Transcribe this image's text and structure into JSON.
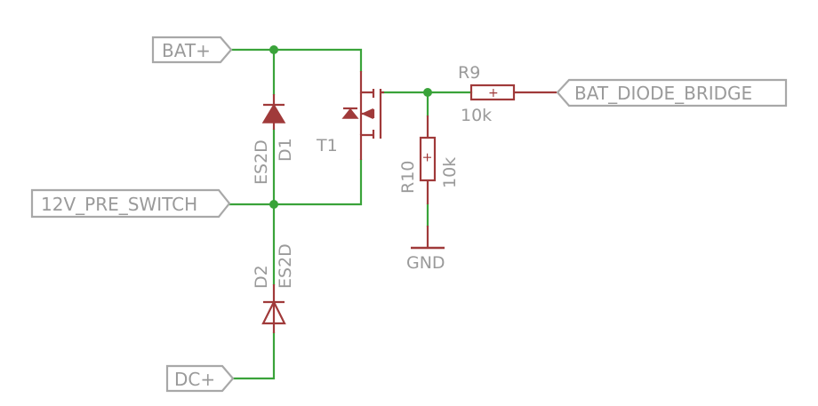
{
  "ports": {
    "bat_plus": "BAT+",
    "pre_switch": "12V_PRE_SWITCH",
    "dc_plus": "DC+",
    "bat_diode_bridge": "BAT_DIODE_BRIDGE",
    "gnd": "GND"
  },
  "components": {
    "d1": {
      "name": "D1",
      "value": "ES2D"
    },
    "d2": {
      "name": "D2",
      "value": "ES2D"
    },
    "t1": {
      "name": "T1"
    },
    "r9": {
      "name": "R9",
      "value": "10k",
      "marker": "+"
    },
    "r10": {
      "name": "R10",
      "value": "10k",
      "marker": "+"
    }
  },
  "colors": {
    "wire": "#3aa33a",
    "component": "#a03a3a",
    "port": "#a8a8a8",
    "text": "#9a9a9a"
  }
}
